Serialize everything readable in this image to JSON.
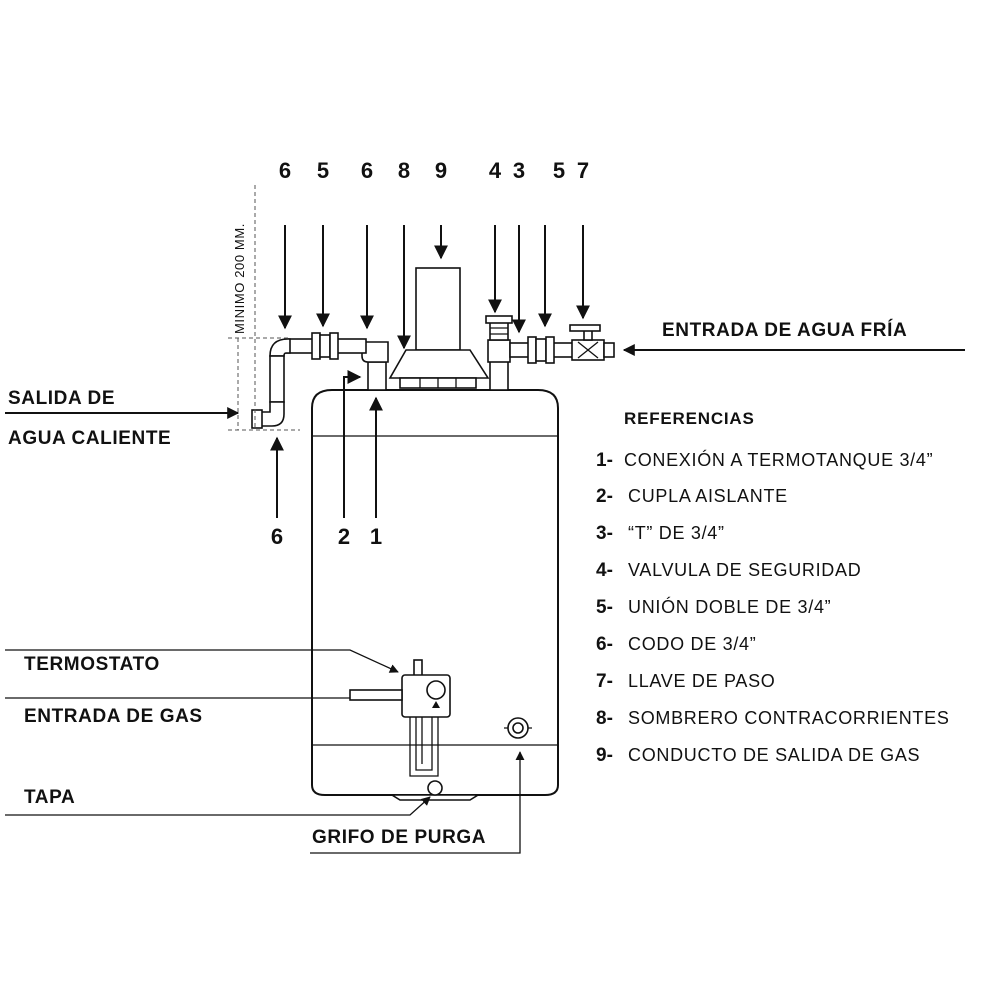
{
  "top_numbers": [
    "6",
    "5",
    "6",
    "8",
    "9",
    "4",
    "3",
    "5",
    "7"
  ],
  "bottom_numbers": [
    "6",
    "2",
    "1"
  ],
  "labels": {
    "cold_water_inlet": "ENTRADA DE AGUA FRÍA",
    "hot_water_outlet_line1": "SALIDA DE",
    "hot_water_outlet_line2": "AGUA CALIENTE",
    "minimum_height": "MINIMO 200 MM.",
    "thermostat": "TERMOSTATO",
    "gas_inlet": "ENTRADA DE GAS",
    "cover": "TAPA",
    "drain_valve": "GRIFO DE PURGA"
  },
  "references": {
    "title": "REFERENCIAS",
    "items": [
      {
        "num": "1-",
        "text": "CONEXIÓN A TERMOTANQUE 3/4”"
      },
      {
        "num": "2-",
        "text": "CUPLA AISLANTE"
      },
      {
        "num": "3-",
        "text": "“T” DE 3/4”"
      },
      {
        "num": "4-",
        "text": "VALVULA DE SEGURIDAD"
      },
      {
        "num": "5-",
        "text": "UNIÓN DOBLE DE 3/4”"
      },
      {
        "num": "6-",
        "text": "CODO DE 3/4”"
      },
      {
        "num": "7-",
        "text": "LLAVE DE PASO"
      },
      {
        "num": "8-",
        "text": "SOMBRERO CONTRACORRIENTES"
      },
      {
        "num": "9-",
        "text": "CONDUCTO DE SALIDA DE GAS"
      }
    ]
  }
}
